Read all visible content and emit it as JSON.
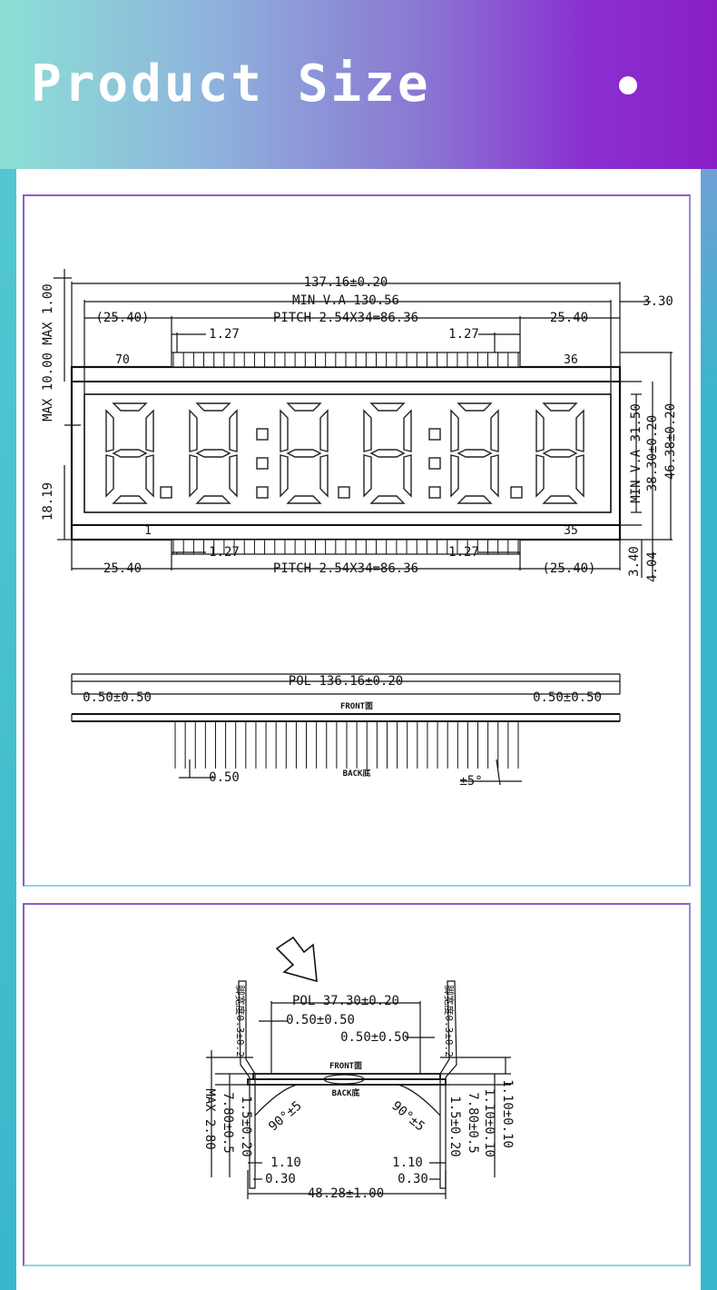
{
  "header": {
    "title": "Product Size"
  },
  "front_view": {
    "overall_width": "137.16±0.20",
    "min_va_width": "MIN  V.A  130.56",
    "pitch_top": "PITCH  2.54X34=86.36",
    "pitch_bottom": "PITCH  2.54X34=86.36",
    "left_top": "(25.40)",
    "right_top": "25.40",
    "left_bottom": "25.40",
    "right_bottom": "(25.40)",
    "pin_spacing_top_left": "1.27",
    "pin_spacing_top_right": "1.27",
    "pin_spacing_bottom_left": "1.27",
    "pin_spacing_bottom_right": "1.27",
    "offset_right": "3.30",
    "max_thickness": "MAX  1.00",
    "max_top": "MAX  10.00",
    "left_height": "18.19",
    "min_va_height": "MIN  V.A  31.50",
    "inner_height": "38.30±0.20",
    "outer_height": "46.38±0.20",
    "bottom_offset_a": "3.40",
    "bottom_offset_b": "4.04",
    "pin_70": "70",
    "pin_36": "36",
    "pin_1": "1",
    "pin_35": "35"
  },
  "side_view": {
    "pol_width": "POL  136.16±0.20",
    "left_offset": "0.50±0.50",
    "right_offset": "0.50±0.50",
    "front_label": "FRONT面",
    "back_label": "BACK底",
    "pin_width": "0.50",
    "angle": "±5°"
  },
  "end_view": {
    "pol_width": "POL  37.30±0.20",
    "left_offset": "0.50±0.50",
    "right_offset": "0.50±0.50",
    "front_label": "FRONT面",
    "back_label": "BACK底",
    "left_clip": "脚宽度0.3±0.2",
    "right_clip": "脚宽度0.3±0.2",
    "left_pin_len": "1.5±0.20",
    "right_pin_len": "1.5±0.20",
    "left_total": "7.80±0.5",
    "right_total": "7.80±0.5",
    "max_height": "MAX  2.80",
    "thickness_a": "1.10±0.10",
    "thickness_b": "1.10±0.10",
    "left_angle": "90°±5",
    "right_angle": "90°±5",
    "left_inset": "1.10",
    "right_inset": "1.10",
    "left_pin": "0.30",
    "right_pin": "0.30",
    "row_spacing": "48.28±1.00"
  }
}
